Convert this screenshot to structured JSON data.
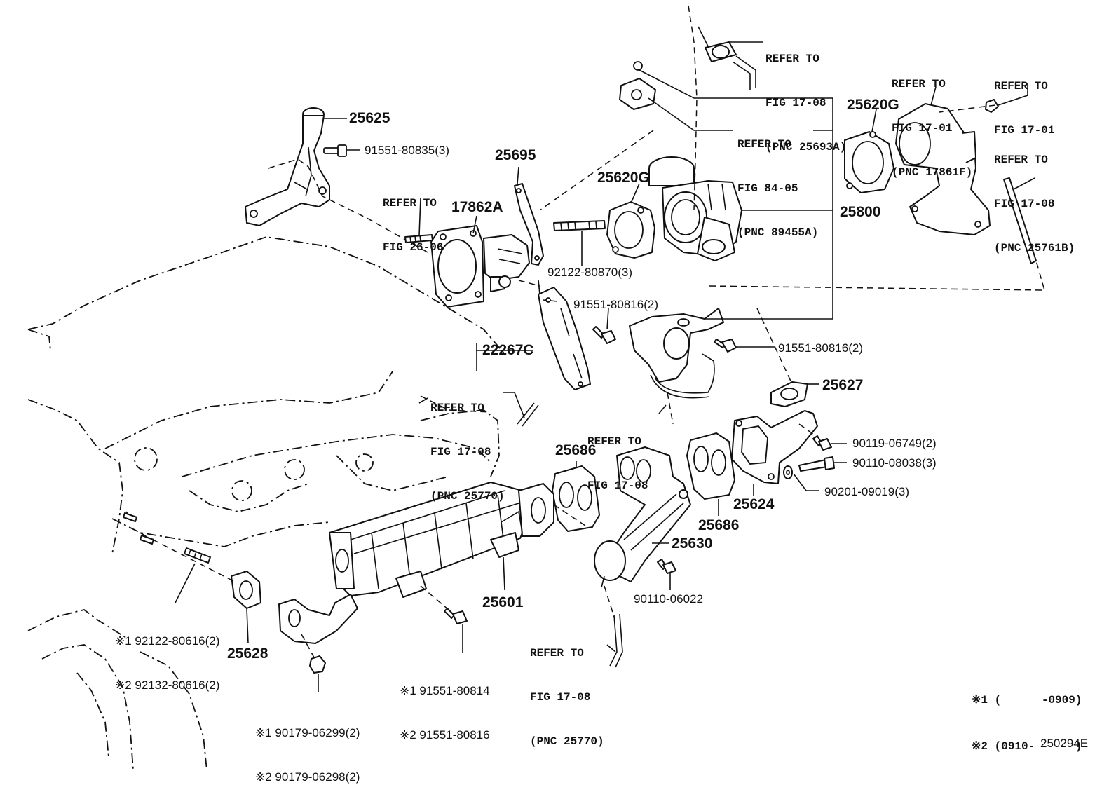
{
  "figure_code": "250294E",
  "legend": [
    {
      "mark": "※1",
      "range": "(      -0909)"
    },
    {
      "mark": "※2",
      "range": "(0910-      )"
    }
  ],
  "callouts": [
    {
      "id": "c25625",
      "text": "25625"
    },
    {
      "id": "c9155180835",
      "text": "91551-80835(3)"
    },
    {
      "id": "c25695",
      "text": "25695"
    },
    {
      "id": "c17862a",
      "text": "17862A"
    },
    {
      "id": "c25620g_a",
      "text": "25620G"
    },
    {
      "id": "c25620g_b",
      "text": "25620G"
    },
    {
      "id": "c25800",
      "text": "25800"
    },
    {
      "id": "c9212280870",
      "text": "92122-80870(3)"
    },
    {
      "id": "c9155180816_a",
      "text": "91551-80816(2)"
    },
    {
      "id": "c9155180816_b",
      "text": "91551-80816(2)"
    },
    {
      "id": "c22267c",
      "text": "22267C"
    },
    {
      "id": "c25627",
      "text": "25627"
    },
    {
      "id": "c9011906749",
      "text": "90119-06749(2)"
    },
    {
      "id": "c9011008038",
      "text": "90110-08038(3)"
    },
    {
      "id": "c9020109019",
      "text": "90201-09019(3)"
    },
    {
      "id": "c25686_a",
      "text": "25686"
    },
    {
      "id": "c25686_b",
      "text": "25686"
    },
    {
      "id": "c25624",
      "text": "25624"
    },
    {
      "id": "c25630",
      "text": "25630"
    },
    {
      "id": "c9011006022",
      "text": "90110-06022"
    },
    {
      "id": "c25601",
      "text": "25601"
    },
    {
      "id": "c25628",
      "text": "25628"
    }
  ],
  "multi_callouts": [
    {
      "id": "m92122",
      "lines": [
        "※1 92122-80616(2)",
        "※2 92132-80616(2)"
      ]
    },
    {
      "id": "m91551",
      "lines": [
        "※1 91551-80814",
        "※2 91551-80816"
      ]
    },
    {
      "id": "m90179",
      "lines": [
        "※1 90179-06299(2)",
        "※2 90179-06298(2)"
      ]
    }
  ],
  "references": [
    {
      "id": "r25693a",
      "lines": [
        "REFER TO",
        "FIG 17-08",
        "(PNC 25693A)"
      ]
    },
    {
      "id": "r17861f",
      "lines": [
        "REFER TO",
        "FIG 17-01",
        "(PNC 17861F)"
      ]
    },
    {
      "id": "r1701",
      "lines": [
        "REFER TO",
        "FIG 17-01"
      ]
    },
    {
      "id": "r89455a",
      "lines": [
        "REFER TO",
        "FIG 84-05",
        "(PNC 89455A)"
      ]
    },
    {
      "id": "r25761b",
      "lines": [
        "REFER TO",
        "FIG 17-08",
        "(PNC 25761B)"
      ]
    },
    {
      "id": "r2606",
      "lines": [
        "REFER TO",
        "FIG 26-06"
      ]
    },
    {
      "id": "r25770a",
      "lines": [
        "REFER TO",
        "FIG 17-08",
        "(PNC 25770)"
      ]
    },
    {
      "id": "r1708",
      "lines": [
        "REFER TO",
        "FIG 17-08"
      ]
    },
    {
      "id": "r25770b",
      "lines": [
        "REFER TO",
        "FIG 17-08",
        "(PNC 25770)"
      ]
    }
  ]
}
